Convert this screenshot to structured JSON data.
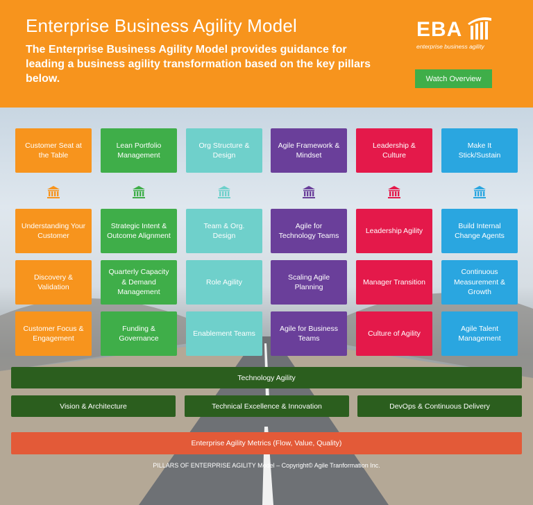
{
  "header": {
    "title": "Enterprise Business Agility Model",
    "subtitle": "The Enterprise Business Agility Model provides guidance for leading a business agility transformation based on the key pillars below.",
    "logo_text": "EBA",
    "logo_sub": "enterprise business agility",
    "watch_label": "Watch Overview"
  },
  "colors": {
    "orange": "#f7941d",
    "green": "#3fae49",
    "teal": "#6fd0cb",
    "purple": "#6a3f9a",
    "red": "#e4194a",
    "blue": "#2aa6e0",
    "dark_green": "#2b5e1e",
    "metrics": "#e35a38"
  },
  "pillars": [
    {
      "header": "Customer Seat at the Table",
      "icon": "pillar-icon",
      "items": [
        "Understanding Your Customer",
        "Discovery & Validation",
        "Customer Focus & Engagement"
      ]
    },
    {
      "header": "Lean Portfolio Management",
      "icon": "pillar-icon",
      "items": [
        "Strategic Intent & Outcome Alignment",
        "Quarterly Capacity & Demand Management",
        "Funding & Governance"
      ]
    },
    {
      "header": "Org Structure & Design",
      "icon": "pillar-icon",
      "items": [
        "Team & Org. Design",
        "Role Agility",
        "Enablement Teams"
      ]
    },
    {
      "header": "Agile Framework & Mindset",
      "icon": "pillar-icon",
      "items": [
        "Agile for Technology Teams",
        "Scaling Agile Planning",
        "Agile for Business Teams"
      ]
    },
    {
      "header": "Leadership & Culture",
      "icon": "pillar-icon",
      "items": [
        "Leadership Agility",
        "Manager Transition",
        "Culture of Agility"
      ]
    },
    {
      "header": "Make It Stick/Sustain",
      "icon": "pillar-icon",
      "items": [
        "Build Internal Change Agents",
        "Continuous Measurement & Growth",
        "Agile Talent Management"
      ]
    }
  ],
  "technology": {
    "title": "Technology Agility",
    "items": [
      "Vision & Architecture",
      "Technical Excellence & Innovation",
      "DevOps & Continuous Delivery"
    ]
  },
  "metrics": "Enterprise Agility Metrics (Flow, Value, Quality)",
  "footer": "PILLARS OF ENTERPRISE AGILITY Model – Copyright© Agile Tranformation Inc."
}
